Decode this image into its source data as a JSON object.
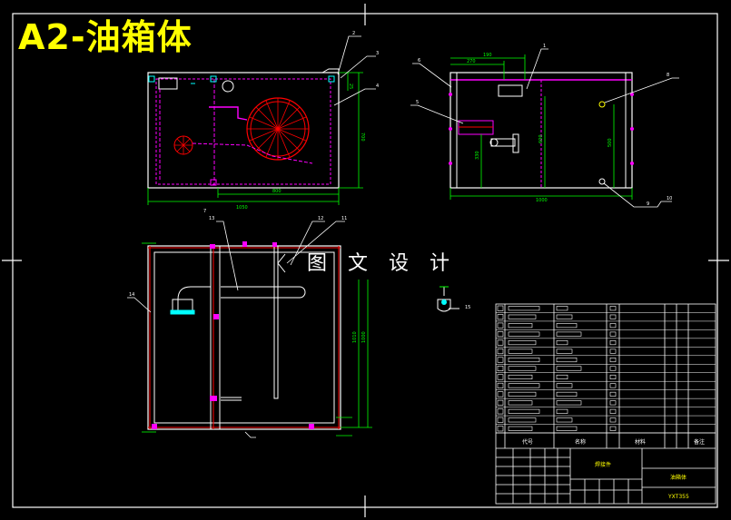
{
  "drawing": {
    "title": "A2-油箱体",
    "watermark": "图 文 设 计"
  },
  "title_block": {
    "header": [
      "代号",
      "名称",
      "材料",
      "备注"
    ],
    "product_name": "油箱体",
    "sheet_name": "焊接件",
    "drawing_no": "YXT355"
  },
  "callouts": [
    "1",
    "2",
    "3",
    "4",
    "5",
    "6",
    "7",
    "8",
    "9",
    "10",
    "11",
    "12",
    "13",
    "14",
    "15"
  ],
  "dimensions": {
    "top_view_width": "1050",
    "top_view_inner": "800",
    "top_view_height": "700",
    "top_view_small": "25",
    "side_view_width": "1000",
    "side_view_top": "190",
    "side_view_top2": "270",
    "side_view_h1": "330",
    "side_view_h2": "600",
    "side_view_h3": "500",
    "section_h1": "1010",
    "section_h2": "1000"
  },
  "colors": {
    "frame": "#ffffff",
    "outline": "#ffffff",
    "hidden": "#ff00ff",
    "red": "#ff0000",
    "dim": "#00ff00",
    "cyan": "#00ffff",
    "title": "#ffff00"
  }
}
